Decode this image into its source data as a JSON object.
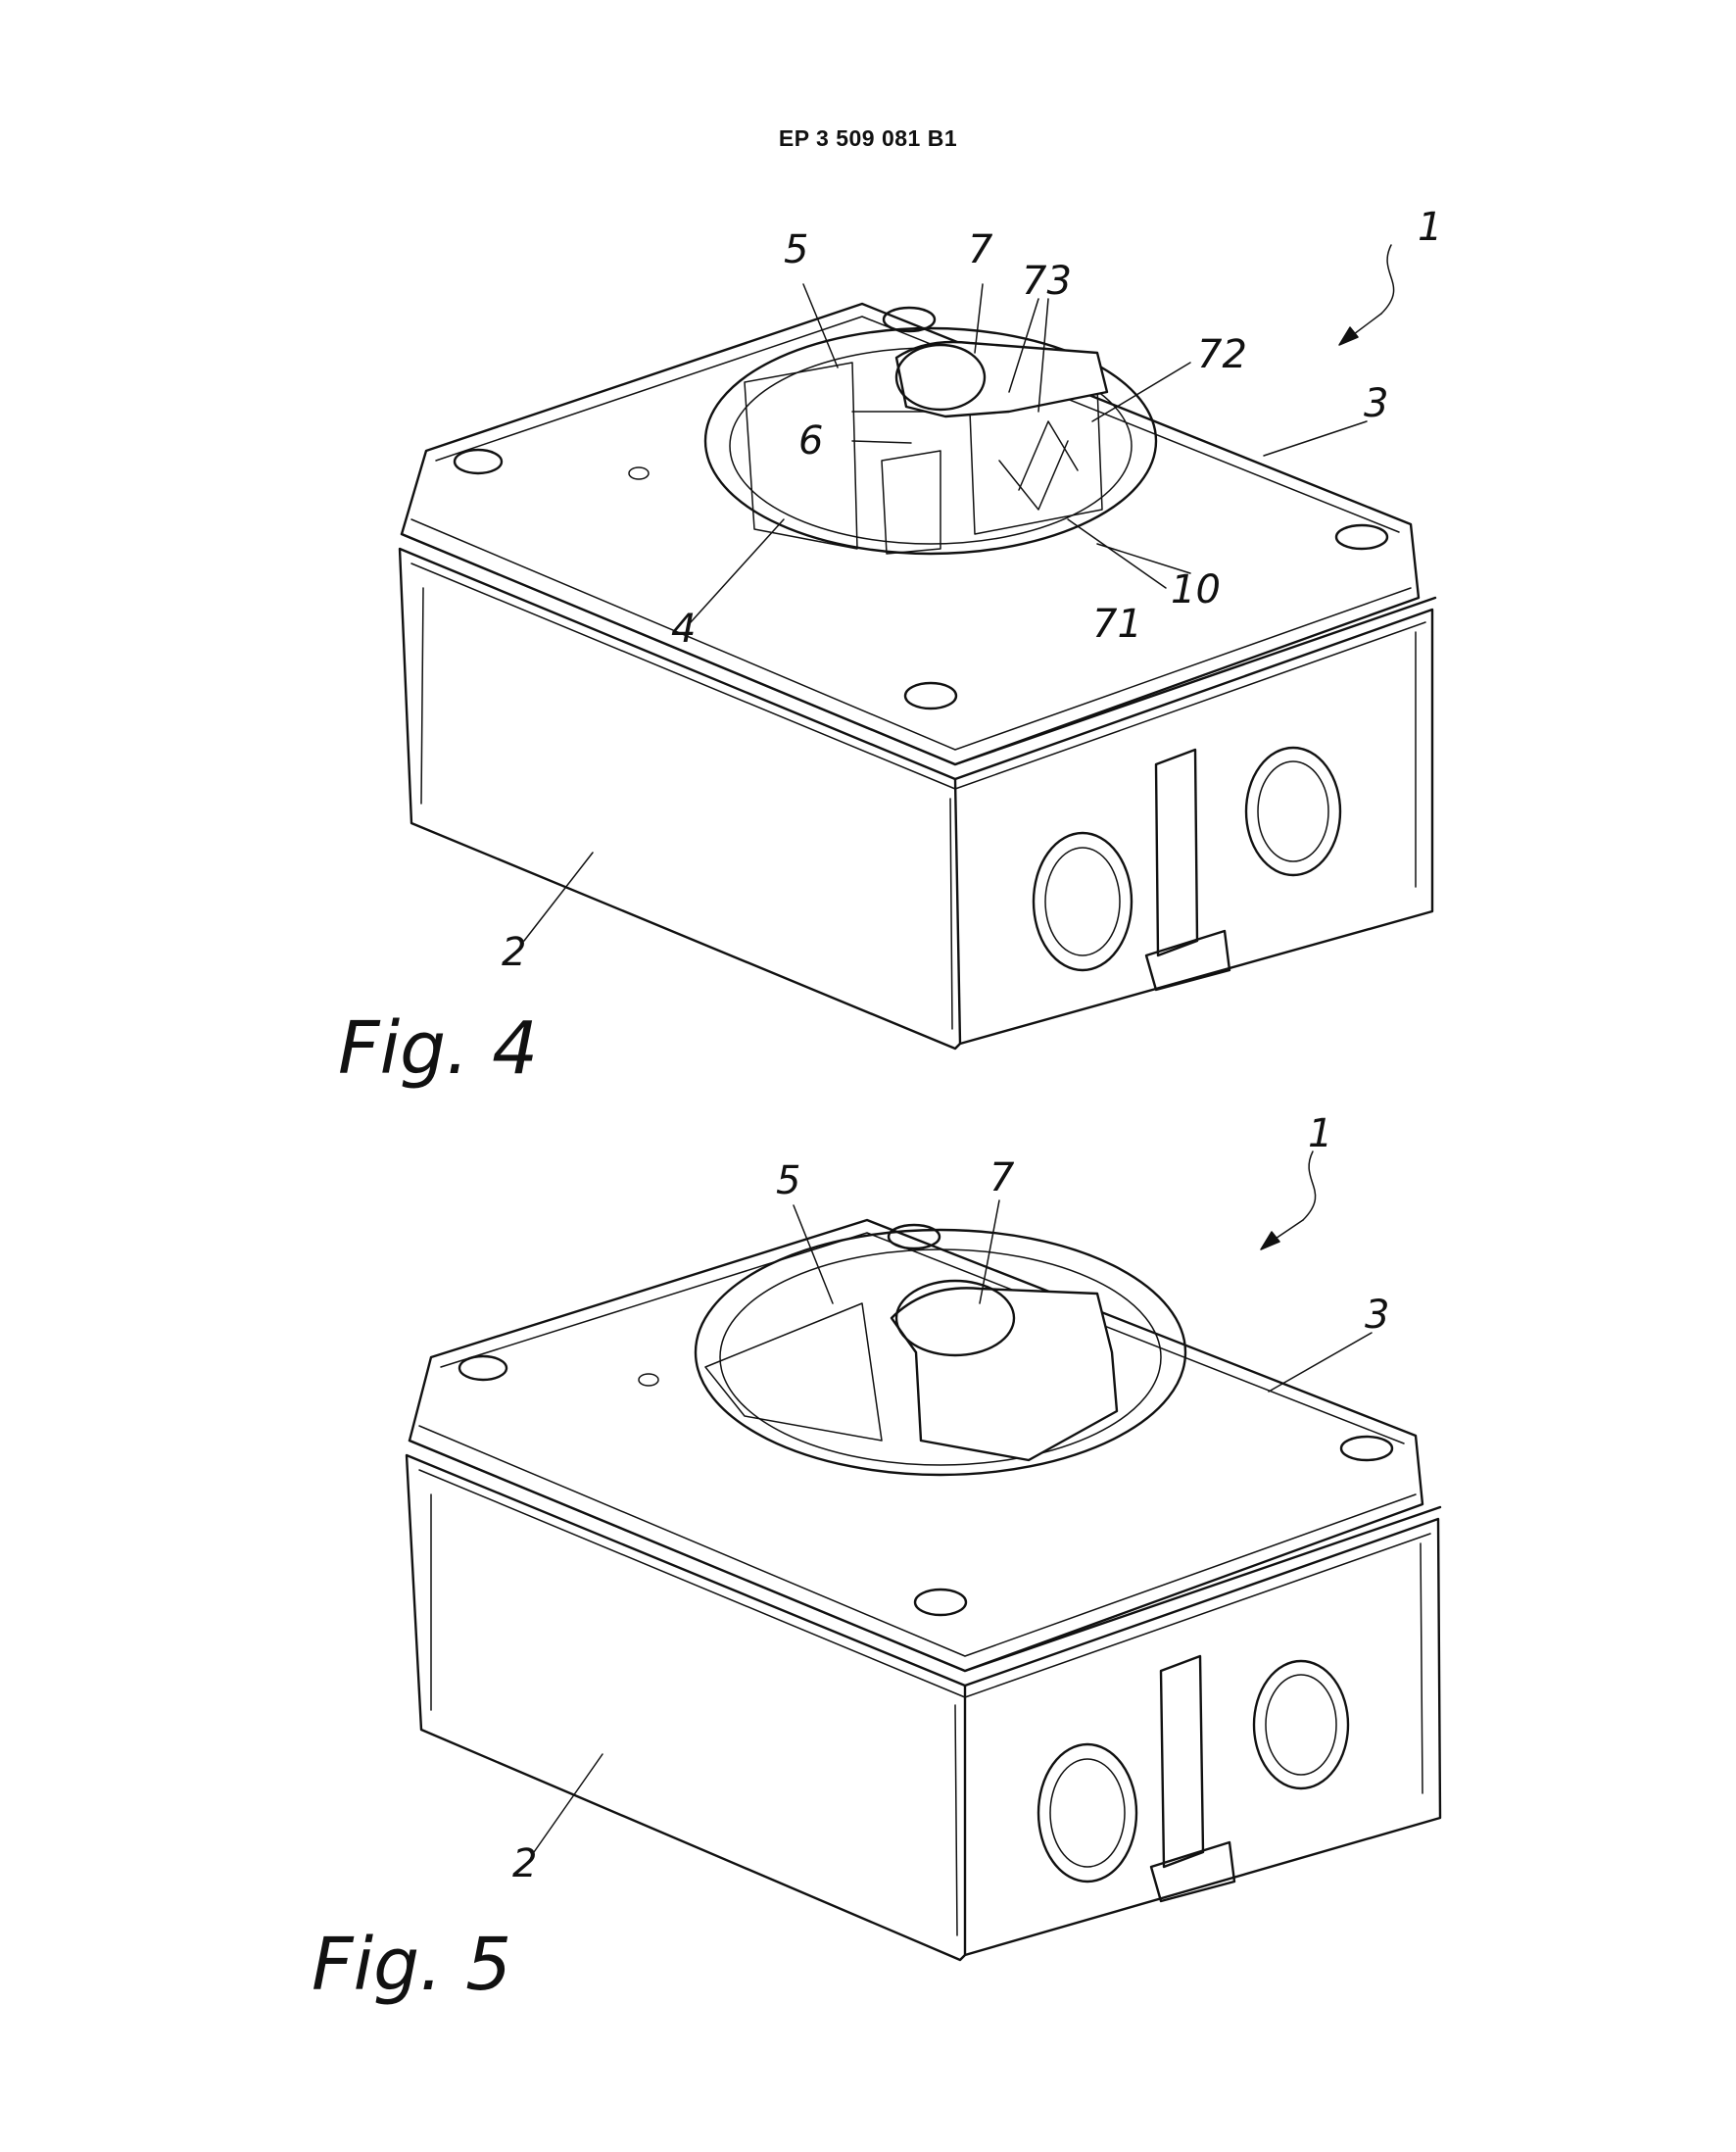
{
  "header": {
    "patent_number": "EP 3 509 081 B1"
  },
  "figures": [
    {
      "caption": "Fig. 4",
      "refs": {
        "assembly": "1",
        "lower_box": "2",
        "lid": "3",
        "seat": "4",
        "cover": "5",
        "shaft": "6",
        "knob": "7",
        "part_71": "71",
        "part_72": "72",
        "part_73": "73",
        "part_10": "10"
      }
    },
    {
      "caption": "Fig. 5",
      "refs": {
        "assembly": "1",
        "lower_box": "2",
        "lid": "3",
        "cover": "5",
        "knob": "7"
      }
    }
  ]
}
